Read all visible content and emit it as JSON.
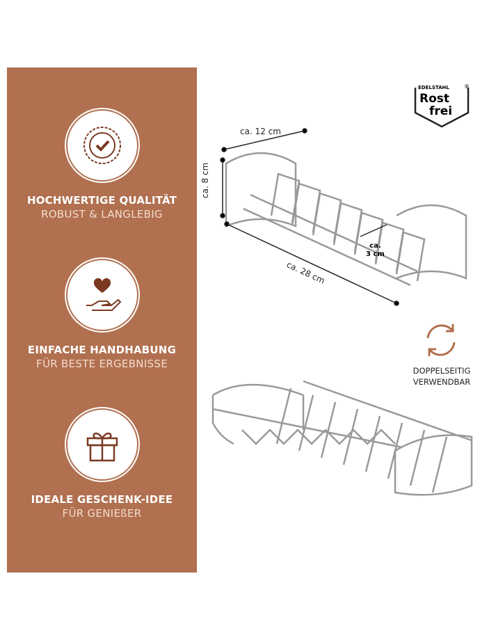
{
  "features": [
    {
      "icon": "quality-seal-check-icon",
      "title": "HOCHWERTIGE QUALITÄT",
      "subtitle": "ROBUST & LANGLEBIG"
    },
    {
      "icon": "heart-hand-icon",
      "title": "EINFACHE HANDHABUNG",
      "subtitle": "FÜR BESTE ERGEBNISSE"
    },
    {
      "icon": "gift-icon",
      "title": "IDEALE GESCHENK-IDEE",
      "subtitle": "FÜR GENIEßER"
    }
  ],
  "badge": {
    "top": "EDELSTAHL",
    "line1": "Rost",
    "line2": "frei",
    "mark": "®"
  },
  "dimensions": {
    "width": "ca. 12 cm",
    "height": "ca. 8 cm",
    "length": "ca. 28 cm",
    "gap_1": "ca.",
    "gap_2": "3 cm"
  },
  "reversible": {
    "icon": "rotate-arrows-icon",
    "line1": "DOPPELSEITIG",
    "line2": "VERWENDBAR"
  },
  "colors": {
    "panel": "#b1704f",
    "icon": "#7a3a22"
  }
}
